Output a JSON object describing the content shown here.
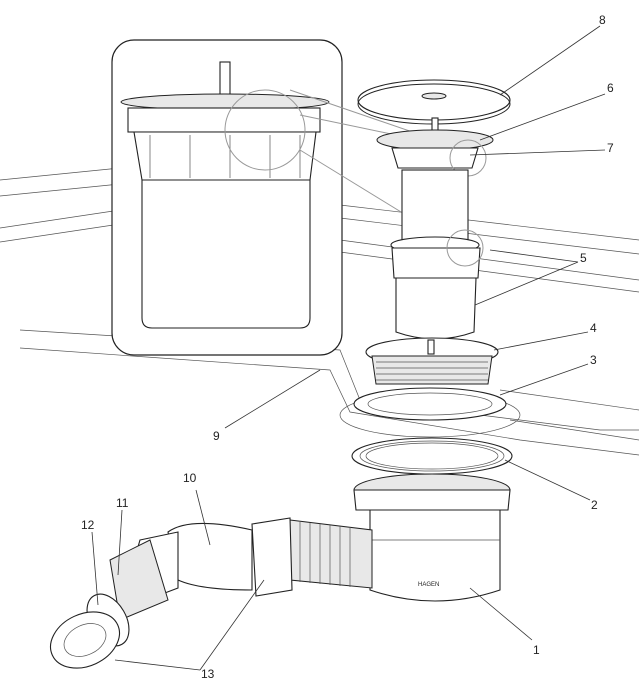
{
  "diagram": {
    "callouts": [
      "1",
      "2",
      "3",
      "4",
      "5",
      "6",
      "7",
      "8",
      "9",
      "10",
      "11",
      "12",
      "13"
    ],
    "text_marking": "HAGEN"
  }
}
